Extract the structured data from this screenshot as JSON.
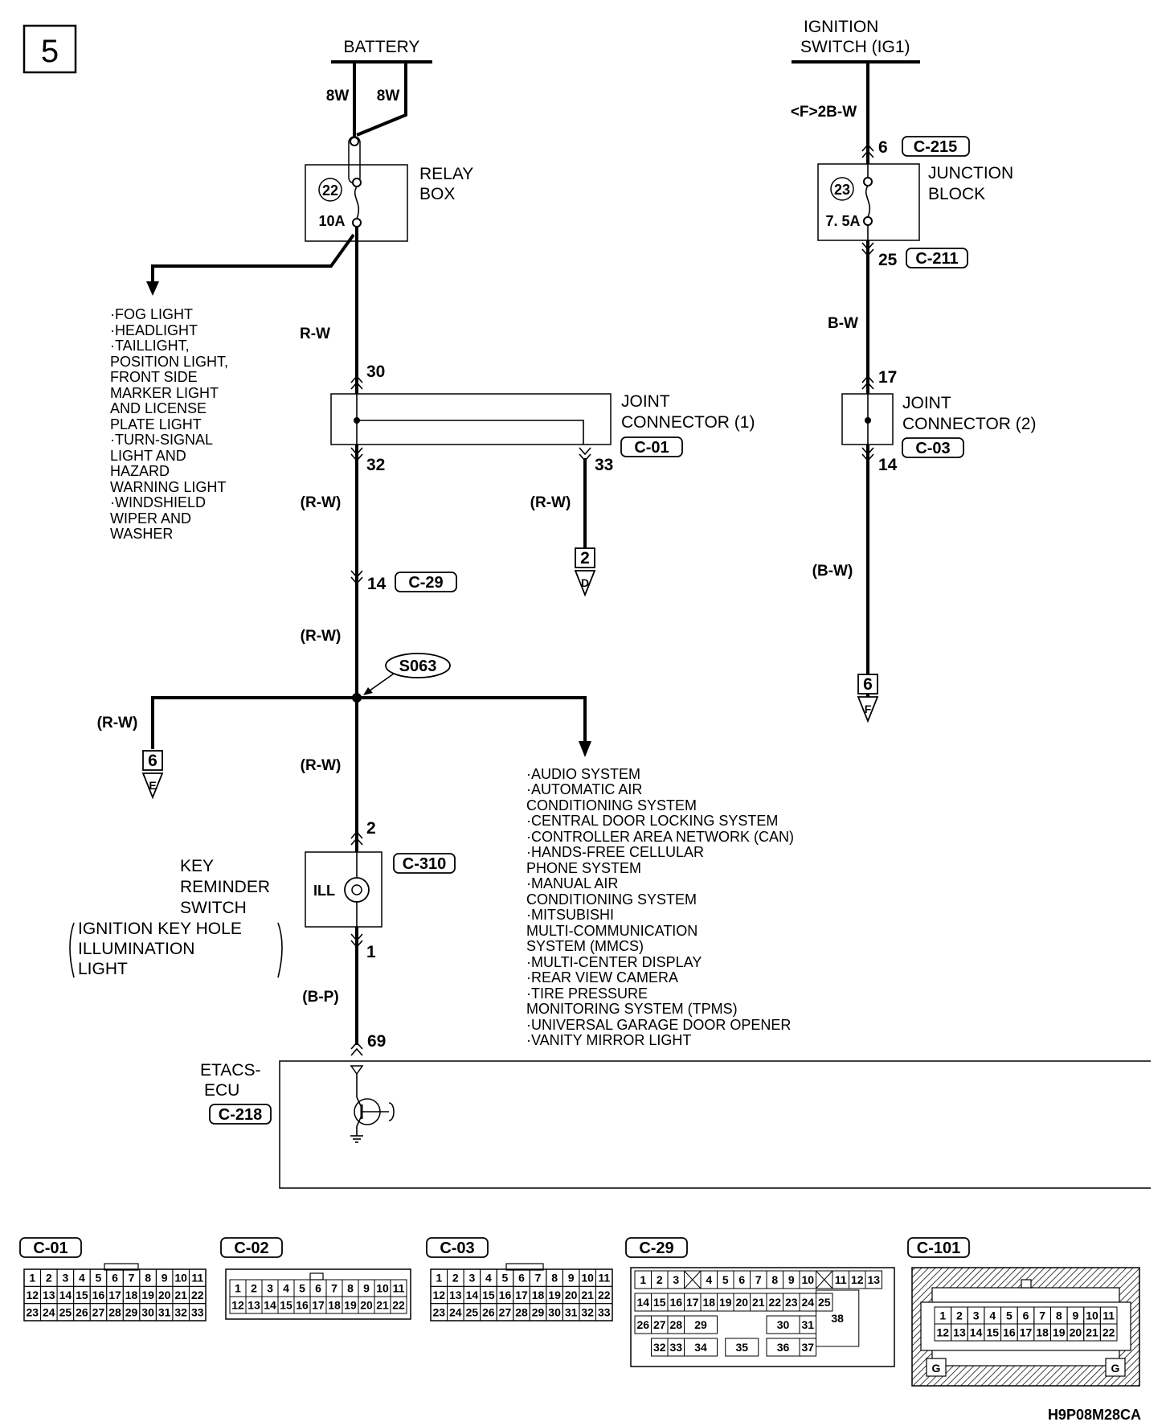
{
  "page_number": "5",
  "sources": {
    "battery": "BATTERY",
    "ignition_line1": "IGNITION",
    "ignition_line2": "SWITCH (IG1)"
  },
  "wires": {
    "battery_a": "8W",
    "battery_b": "8W",
    "ignition_feed": "<F>2B-W",
    "relay_out": "R-W",
    "jb_out": "B-W",
    "jc1_out_left": "(R-W)",
    "jc1_out_right": "(R-W)",
    "left_after_c29": "(R-W)",
    "branch_left": "(R-W)",
    "to_switch": "(R-W)",
    "switch_to_ecu": "(B-P)",
    "jc2_out": "(B-W)"
  },
  "relay_box": {
    "line1": "RELAY",
    "line2": "BOX",
    "fuse_number": "22",
    "fuse_rating": "10A"
  },
  "junction_block": {
    "line1": "JUNCTION",
    "line2": "BLOCK",
    "fuse_number": "23",
    "fuse_rating": "7. 5A"
  },
  "relay_loads": [
    "·FOG LIGHT",
    "·HEADLIGHT",
    "·TAILLIGHT,",
    " POSITION LIGHT,",
    " FRONT SIDE",
    " MARKER LIGHT",
    " AND LICENSE",
    " PLATE LIGHT",
    "·TURN-SIGNAL",
    " LIGHT AND",
    " HAZARD",
    " WARNING LIGHT",
    "·WINDSHIELD",
    " WIPER AND",
    " WASHER"
  ],
  "joint_connector_1": {
    "line1": "JOINT",
    "line2": "CONNECTOR (1)",
    "connector": "C-01",
    "pin_in": "30",
    "pin_out_left": "32",
    "pin_out_right": "33"
  },
  "joint_connector_2": {
    "line1": "JOINT",
    "line2": "CONNECTOR (2)",
    "connector": "C-03",
    "pin_in": "17",
    "pin_out": "14"
  },
  "pins": {
    "jb_in": "6",
    "jb_in_conn": "C-215",
    "jb_out": "25",
    "jb_out_conn": "C-211",
    "c29_pin": "14",
    "c29_conn": "C-29",
    "switch_in": "2",
    "switch_out": "1",
    "ecu_pin": "69"
  },
  "offpage": {
    "d_page": "2",
    "d_letter": "D",
    "e_page": "6",
    "e_letter": "E",
    "f_page": "6",
    "f_letter": "F"
  },
  "splice": "S063",
  "splice_loads": [
    "·AUDIO SYSTEM",
    "·AUTOMATIC AIR",
    " CONDITIONING SYSTEM",
    "·CENTRAL DOOR LOCKING SYSTEM",
    "·CONTROLLER AREA NETWORK (CAN)",
    "·HANDS-FREE CELLULAR",
    " PHONE SYSTEM",
    "·MANUAL AIR",
    " CONDITIONING SYSTEM",
    "·MITSUBISHI",
    " MULTI-COMMUNICATION",
    " SYSTEM (MMCS)",
    "·MULTI-CENTER DISPLAY",
    "·REAR VIEW CAMERA",
    "·TIRE PRESSURE",
    " MONITORING SYSTEM (TPMS)",
    "·UNIVERSAL GARAGE DOOR OPENER",
    "·VANITY MIRROR LIGHT"
  ],
  "key_switch": {
    "title_lines": [
      "KEY",
      "REMINDER",
      "SWITCH"
    ],
    "sub_lines": [
      "IGNITION KEY HOLE",
      "ILLUMINATION",
      "LIGHT"
    ],
    "lamp_label": "ILL",
    "connector": "C-310"
  },
  "ecu": {
    "line1": "ETACS-",
    "line2": "ECU",
    "connector": "C-218"
  },
  "connector_views": [
    {
      "name": "C-01",
      "rows": [
        [
          "1",
          "2",
          "3",
          "4",
          "5",
          "6",
          "7",
          "8",
          "9",
          "10",
          "11"
        ],
        [
          "12",
          "13",
          "14",
          "15",
          "16",
          "17",
          "18",
          "19",
          "20",
          "21",
          "22"
        ],
        [
          "23",
          "24",
          "25",
          "26",
          "27",
          "28",
          "29",
          "30",
          "31",
          "32",
          "33"
        ]
      ]
    },
    {
      "name": "C-02",
      "rows": [
        [
          "1",
          "2",
          "3",
          "4",
          "5",
          "6",
          "7",
          "8",
          "9",
          "10",
          "11"
        ],
        [
          "12",
          "13",
          "14",
          "15",
          "16",
          "17",
          "18",
          "19",
          "20",
          "21",
          "22"
        ]
      ]
    },
    {
      "name": "C-03",
      "rows": [
        [
          "1",
          "2",
          "3",
          "4",
          "5",
          "6",
          "7",
          "8",
          "9",
          "10",
          "11"
        ],
        [
          "12",
          "13",
          "14",
          "15",
          "16",
          "17",
          "18",
          "19",
          "20",
          "21",
          "22"
        ],
        [
          "23",
          "24",
          "25",
          "26",
          "27",
          "28",
          "29",
          "30",
          "31",
          "32",
          "33"
        ]
      ]
    },
    {
      "name": "C-29",
      "rows": [
        [
          "1",
          "2",
          "3",
          "",
          "4",
          "5",
          "6",
          "7",
          "8",
          "9",
          "10",
          "",
          "11",
          "12",
          "13"
        ],
        [
          "14",
          "15",
          "16",
          "17",
          "18",
          "19",
          "20",
          "21",
          "22",
          "23",
          "24",
          "25"
        ],
        [
          "26",
          "27",
          "28",
          "29",
          "30",
          "31",
          "38"
        ],
        [
          "32",
          "33",
          "34",
          "35",
          "36",
          "37"
        ]
      ]
    },
    {
      "name": "C-101",
      "rows": [
        [
          "1",
          "2",
          "3",
          "4",
          "5",
          "6",
          "7",
          "8",
          "9",
          "10",
          "11"
        ],
        [
          "12",
          "13",
          "14",
          "15",
          "16",
          "17",
          "18",
          "19",
          "20",
          "21",
          "22"
        ]
      ],
      "ground_left": "G",
      "ground_right": "G"
    }
  ],
  "figure_code": "H9P08M28CA"
}
